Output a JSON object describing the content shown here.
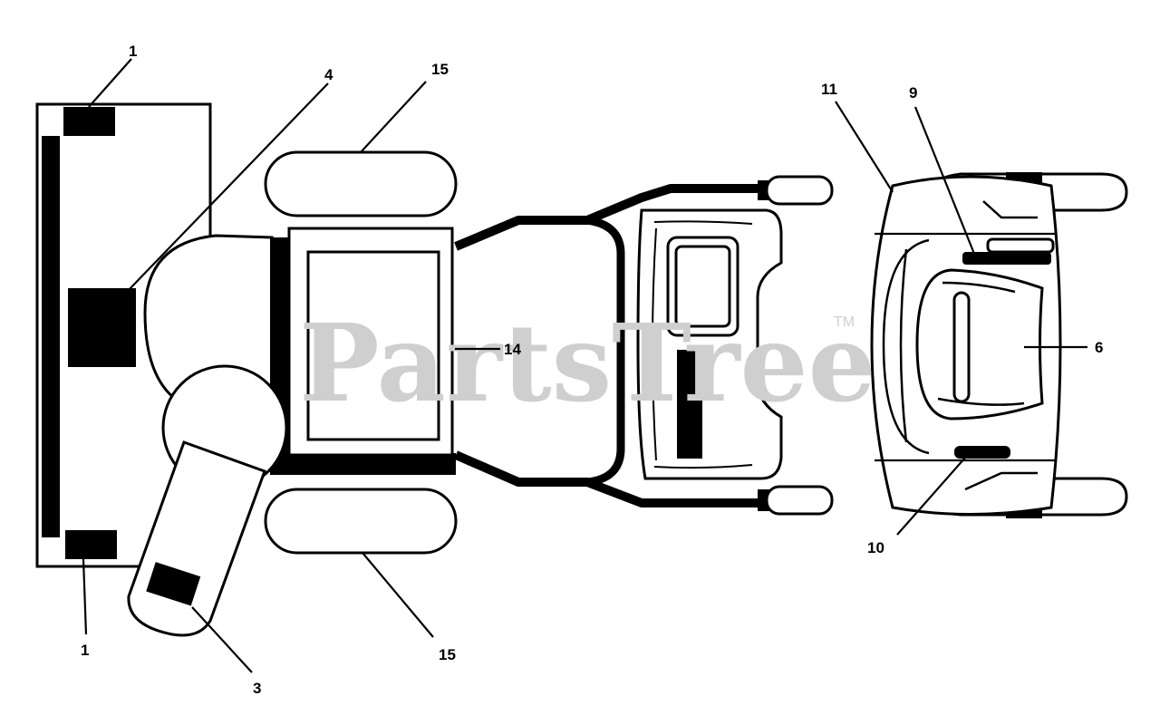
{
  "watermark": {
    "text": "PartsTree",
    "trademark": "TM"
  },
  "callouts": [
    {
      "id": "c1a",
      "label": "1"
    },
    {
      "id": "c1b",
      "label": "1"
    },
    {
      "id": "c3",
      "label": "3"
    },
    {
      "id": "c4",
      "label": "4"
    },
    {
      "id": "c6",
      "label": "6"
    },
    {
      "id": "c9",
      "label": "9"
    },
    {
      "id": "c10",
      "label": "10"
    },
    {
      "id": "c11",
      "label": "11"
    },
    {
      "id": "c14",
      "label": "14"
    },
    {
      "id": "c15a",
      "label": "15"
    },
    {
      "id": "c15b",
      "label": "15"
    }
  ]
}
